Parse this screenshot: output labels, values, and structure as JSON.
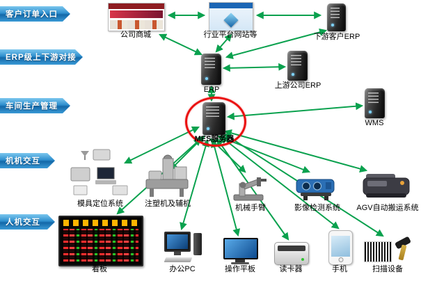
{
  "banners": [
    {
      "label": "客户订单入口"
    },
    {
      "label": "ERP级上下游对接"
    },
    {
      "label": "车间生产管理"
    },
    {
      "label": "机机交互"
    },
    {
      "label": "人机交互"
    }
  ],
  "nodes": {
    "company_mall": {
      "label": "公司商城"
    },
    "industry_platform": {
      "label": "行业平台网站等"
    },
    "downstream_erp": {
      "label": "下游客户ERP"
    },
    "erp": {
      "label": "ERP"
    },
    "upstream_erp": {
      "label": "上游公司ERP"
    },
    "wms": {
      "label": "WMS"
    },
    "mes": {
      "label": "MES服务器"
    },
    "mold_positioning": {
      "label": "模具定位系统"
    },
    "injection_machine": {
      "label": "注塑机及辅机"
    },
    "robot_arm": {
      "label": "机械手臂"
    },
    "vision_inspection": {
      "label": "影像检测系统"
    },
    "agv": {
      "label": "AGV自动搬运系统"
    },
    "kanban": {
      "label": "看板"
    },
    "office_pc": {
      "label": "办公PC"
    },
    "tablet": {
      "label": "操作平板"
    },
    "card_reader": {
      "label": "读卡器"
    },
    "phone": {
      "label": "手机"
    },
    "scanner": {
      "label": "扫描设备"
    }
  },
  "colors": {
    "banner_blue_top": "#7cc7ee",
    "banner_blue_bottom": "#1368a8",
    "arrow_green": "#0aa14e",
    "mes_highlight_red": "#ea0f0f",
    "kanban_led_red": "#ff2d2d"
  }
}
